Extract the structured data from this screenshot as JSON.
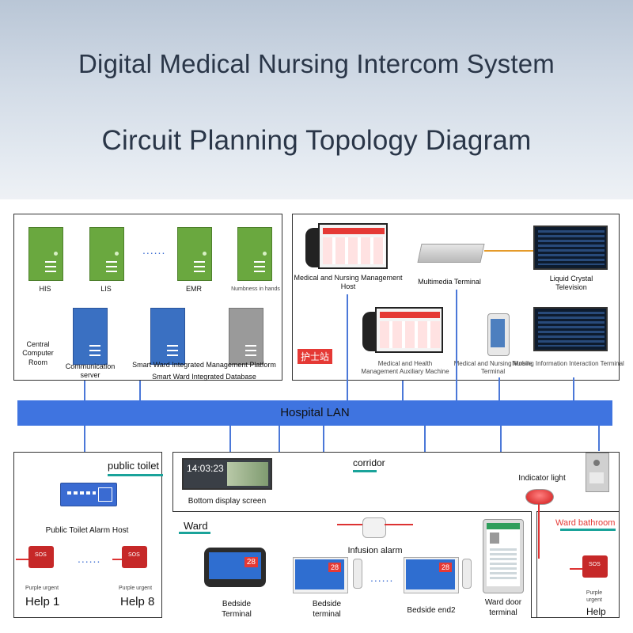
{
  "header": {
    "title_line1": "Digital Medical Nursing Intercom System",
    "title_line2": "Circuit Planning Topology Diagram"
  },
  "central_room": {
    "servers": [
      {
        "label": "HIS"
      },
      {
        "label": "LIS"
      },
      {
        "label": "EMR"
      },
      {
        "label": "Numbness in hands"
      }
    ],
    "ellipsis": "......",
    "room_label": "Central Computer Room",
    "comm_server": "Communication server",
    "platform_label": "Smart Ward Integrated Management Platform",
    "database_label": "Smart Ward Integrated Database"
  },
  "nurse_station": {
    "label": "护士站",
    "devices": {
      "host": "Medical and Nursing Management Host",
      "multimedia": "Multimedia Terminal",
      "lcd": "Liquid Crystal Television",
      "aux": "Medical and Health Management Auxiliary Machine",
      "mobile": "Medical and Nursing Mobile Terminal",
      "info": "Nursing Information Interaction Terminal"
    }
  },
  "lan": {
    "label": "Hospital LAN"
  },
  "public_toilet": {
    "label": "public toilet",
    "host": "Public Toilet Alarm Host",
    "help_first": "Help 1",
    "help_last": "Help 8",
    "ellipsis": "......",
    "small_label": "Purple urgent",
    "alarm_text": "SOS"
  },
  "corridor": {
    "label": "corridor",
    "display": "Bottom display screen",
    "clock": "14:03:23",
    "indicator": "Indicator light"
  },
  "ward": {
    "label": "Ward",
    "bathroom": "Ward bathroom",
    "infusion": "Infusion alarm",
    "bedside1": "Bedside Terminal",
    "bedside2": "Bedside terminal",
    "bedside_end": "Bedside end2",
    "door": "Ward door terminal",
    "ellipsis": "......",
    "bath_help": "Help",
    "bath_small": "Purple urgent",
    "alarm_text": "SOS",
    "screen_number": "28"
  },
  "colors": {
    "lan": "#3f74e0",
    "link": "#4b78d8",
    "server_green": "#6aa83f",
    "server_blue": "#3a70c2",
    "alarm_red": "#c62828",
    "accent_red": "#e53935",
    "accent_teal": "#1aa39a"
  }
}
